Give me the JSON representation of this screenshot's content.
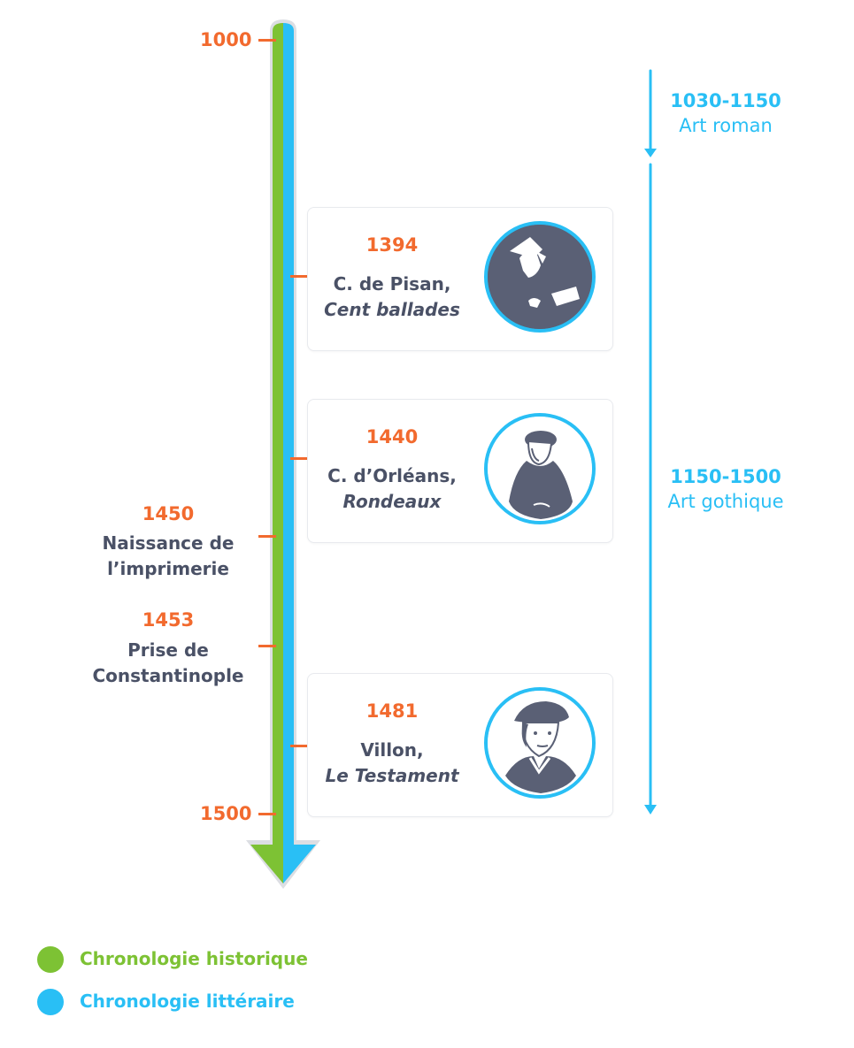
{
  "timeline": {
    "start_year": "1000",
    "end_year": "1500"
  },
  "periods": [
    {
      "years": "1030-1150",
      "name": "Art roman"
    },
    {
      "years": "1150-1500",
      "name": "Art gothique"
    }
  ],
  "historical_events": [
    {
      "year": "1450",
      "line1": "Naissance de",
      "line2": "l’imprimerie"
    },
    {
      "year": "1453",
      "line1": "Prise de",
      "line2": "Constantinople"
    }
  ],
  "literary_events": [
    {
      "year": "1394",
      "author": "C. de Pisan,",
      "work": "Cent ballades",
      "portrait": "woman-hennin-portrait-icon"
    },
    {
      "year": "1440",
      "author": "C. d’Orléans,",
      "work": "Rondeaux",
      "portrait": "nobleman-chaperon-portrait-icon"
    },
    {
      "year": "1481",
      "author": "Villon,",
      "work": "Le Testament",
      "portrait": "poet-beret-portrait-icon"
    }
  ],
  "legend": {
    "historical": "Chronologie historique",
    "literary": "Chronologie littéraire"
  },
  "colors": {
    "historical": "#7dc234",
    "literary": "#29bff5",
    "year": "#f26a2e",
    "text": "#4a5166",
    "portrait": "#5a6075"
  }
}
